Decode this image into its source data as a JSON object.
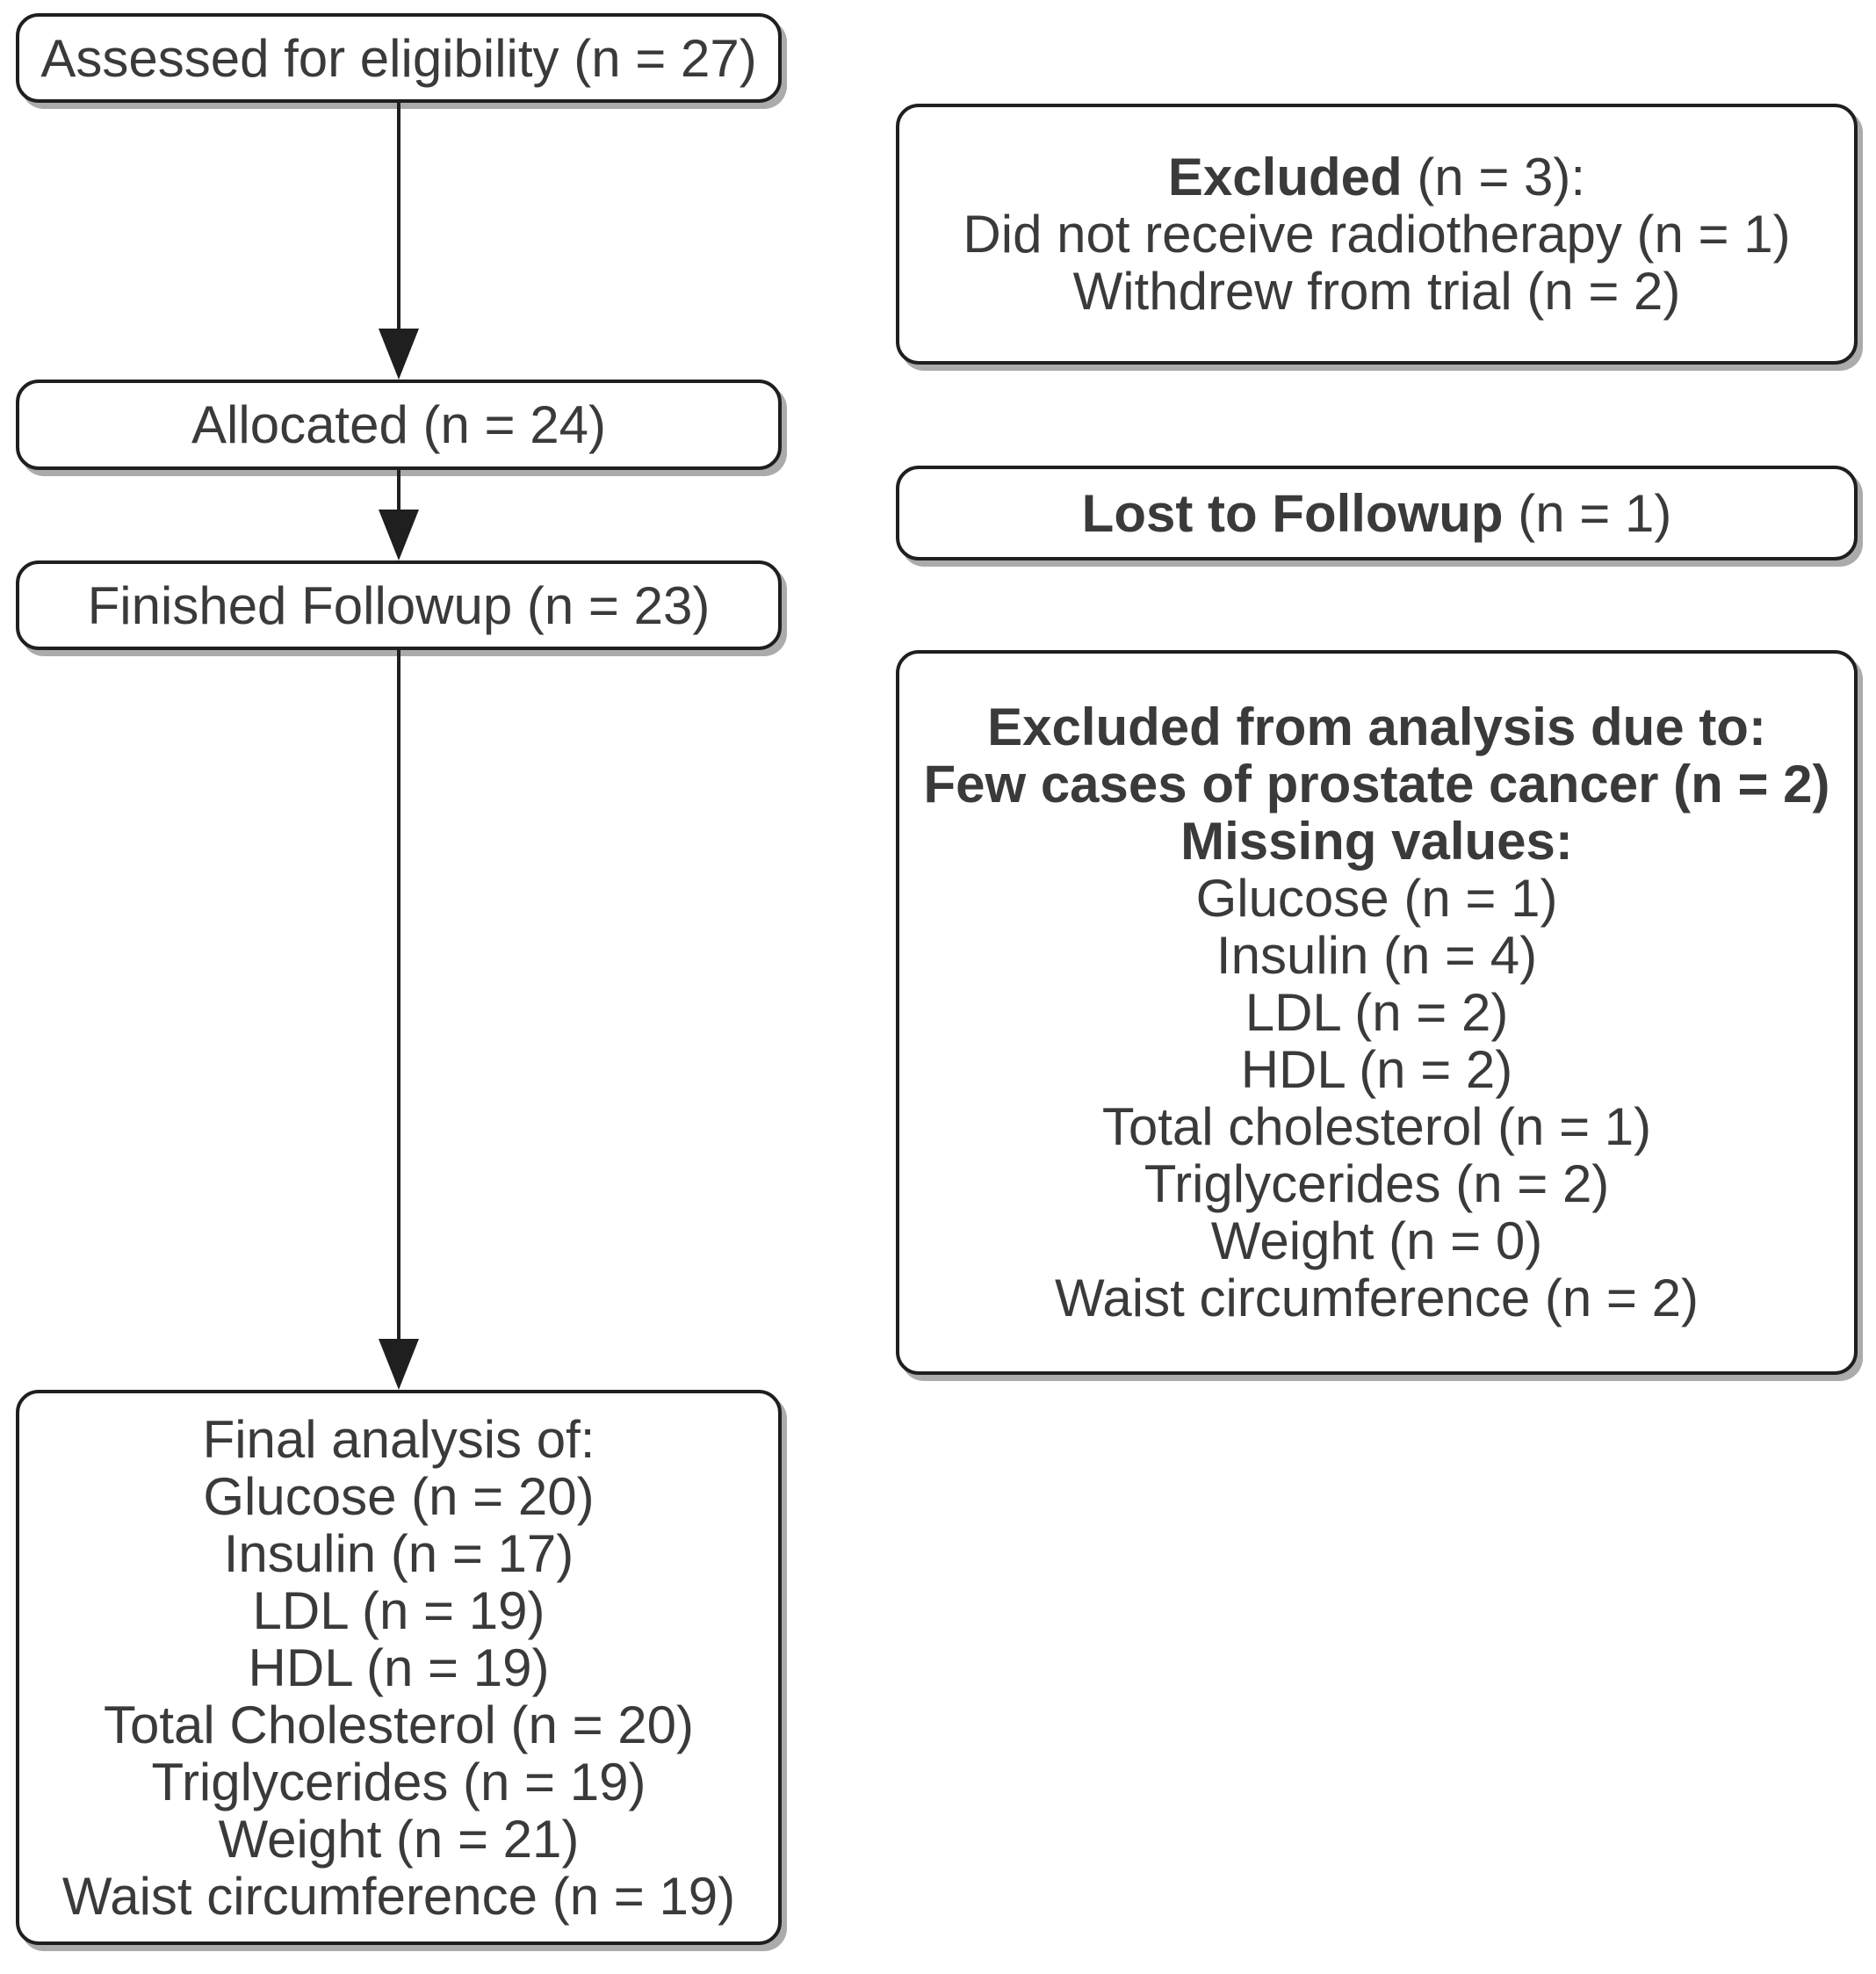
{
  "boxes": {
    "assessed": {
      "label": "Assessed for eligibility (n = 27)"
    },
    "excluded": {
      "title_bold": "Excluded",
      "title_rest": " (n = 3):",
      "lines": [
        "Did not receive radiotherapy (n = 1)",
        "Withdrew from trial (n = 2)"
      ]
    },
    "allocated": {
      "label": "Allocated (n = 24)"
    },
    "lost": {
      "title_bold": "Lost to Followup",
      "title_rest": " (n = 1)"
    },
    "finished": {
      "label": "Finished Followup (n = 23)"
    },
    "excluded_analysis": {
      "bold_lines": [
        "Excluded from analysis due to:",
        "Few cases of prostate cancer (n = 2)",
        "Missing values:"
      ],
      "lines": [
        "Glucose (n = 1)",
        "Insulin (n = 4)",
        "LDL (n = 2)",
        "HDL (n = 2)",
        "Total cholesterol (n = 1)",
        "Triglycerides (n = 2)",
        "Weight (n = 0)",
        "Waist circumference (n = 2)"
      ]
    },
    "final": {
      "lines": [
        "Final analysis of:",
        "Glucose (n = 20)",
        "Insulin (n = 17)",
        "LDL (n = 19)",
        "HDL (n = 19)",
        "Total Cholesterol (n = 20)",
        "Triglycerides (n = 19)",
        "Weight (n = 21)",
        "Waist circumference (n = 19)"
      ]
    }
  },
  "colors": {
    "border": "#1f1f1f",
    "text": "#3a3a3a",
    "shadow": "#ababab",
    "background": "#ffffff"
  }
}
